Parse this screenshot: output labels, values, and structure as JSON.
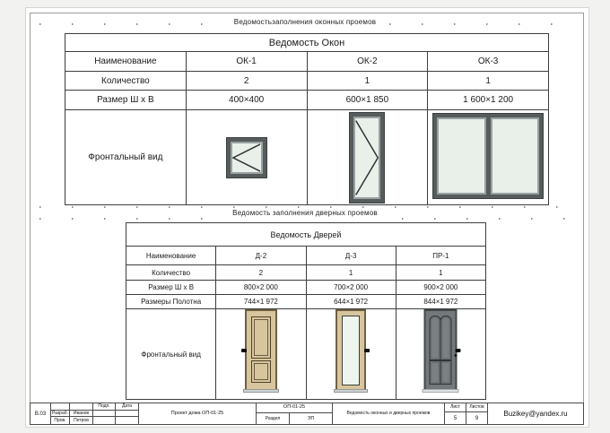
{
  "captions": {
    "windows_schedule": "Ведомостьзаполнения оконных проемов",
    "doors_schedule": "Ведомость заполнения дверных проемов"
  },
  "windows_table": {
    "title": "Ведомость Окон",
    "row_labels": {
      "name": "Наименование",
      "qty": "Количество",
      "size": "Размер Ш х В",
      "front_view": "Фронтальный вид"
    },
    "columns": [
      {
        "name": "ОК-1",
        "qty": "2",
        "size": "400×400",
        "front_view": "square-casement-window-left-swing"
      },
      {
        "name": "ОК-2",
        "qty": "1",
        "size": "600×1 850",
        "front_view": "tall-casement-window-right-swing"
      },
      {
        "name": "ОК-3",
        "qty": "1",
        "size": "1 600×1 200",
        "front_view": "double-pane-fixed-window"
      }
    ]
  },
  "doors_table": {
    "title": "Ведомость Дверей",
    "row_labels": {
      "name": "Наименование",
      "qty": "Количество",
      "size": "Размер Ш х В",
      "leaf_size": "Размеры Полотна",
      "front_view": "Фронтальный вид"
    },
    "columns": [
      {
        "name": "Д-2",
        "qty": "2",
        "size": "800×2 000",
        "leaf_size": "744×1 972",
        "front_view": "beige-two-panel-door-left-handle"
      },
      {
        "name": "Д-3",
        "qty": "1",
        "size": "700×2 000",
        "leaf_size": "644×1 972",
        "front_view": "beige-glazed-door-right-handle"
      },
      {
        "name": "ПР-1",
        "qty": "1",
        "size": "900×2 000",
        "leaf_size": "844×1 972",
        "front_view": "gray-four-panel-door-right-handle"
      }
    ]
  },
  "title_block": {
    "sheet_code": "В.03",
    "signers": [
      {
        "role": "Разраб.",
        "name": "Иванов"
      },
      {
        "role": "Пров.",
        "name": "Петров"
      }
    ],
    "signature_col": "Подп.",
    "date_col": "Дата",
    "project": "Проект дома ОП-01-25",
    "doc_code": "ОП-01-25",
    "section_label": "Раздел",
    "section_value": "ЭП",
    "doc_title": "Ведомость оконных и дверных проемов",
    "sheet_label": "Лист",
    "sheet_number": "5",
    "sheets_label": "Листов",
    "sheets_total": "9",
    "contact": "Buzikey@yandex.ru"
  },
  "colors": {
    "table_line": "#3d3d3d",
    "window_frame": "#565c5c",
    "glass": "#e9efe9",
    "door_wood": "#d7c59e",
    "door_gray": "#73787a",
    "sill": "#cdd1d1"
  }
}
